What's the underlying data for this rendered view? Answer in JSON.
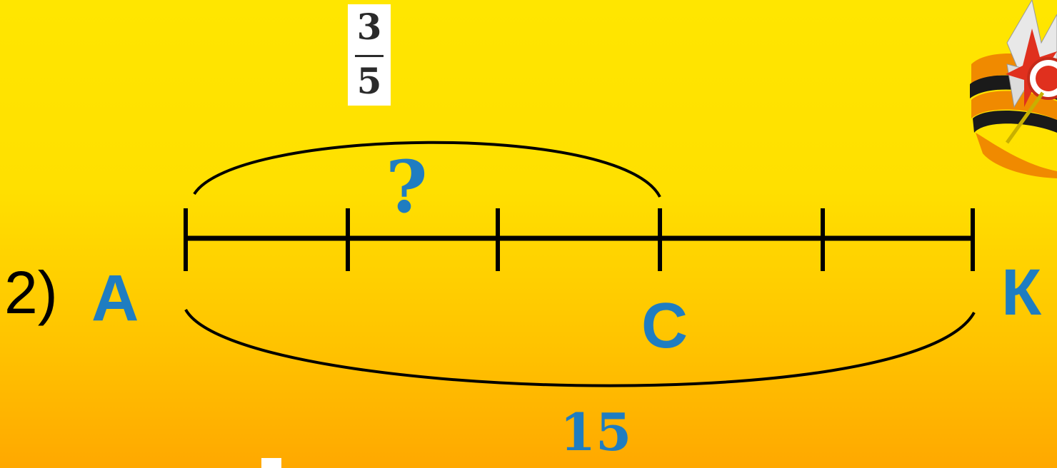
{
  "problem": {
    "number": "2)",
    "fraction": {
      "numerator": "3",
      "denominator": "5"
    },
    "unknown_mark": "?",
    "total_length": "15",
    "points": {
      "start": "А",
      "middle": "С",
      "end": "К"
    },
    "segment_parts": 5,
    "marked_parts": 3
  },
  "emblem": {
    "icon": "order-star-ribbon-icon"
  },
  "colors": {
    "label_blue": "#1F7DC1",
    "line": "#000000",
    "ribbon_orange": "#F08A00",
    "ribbon_black": "#1a1a1a",
    "star_red": "#E0301E"
  }
}
